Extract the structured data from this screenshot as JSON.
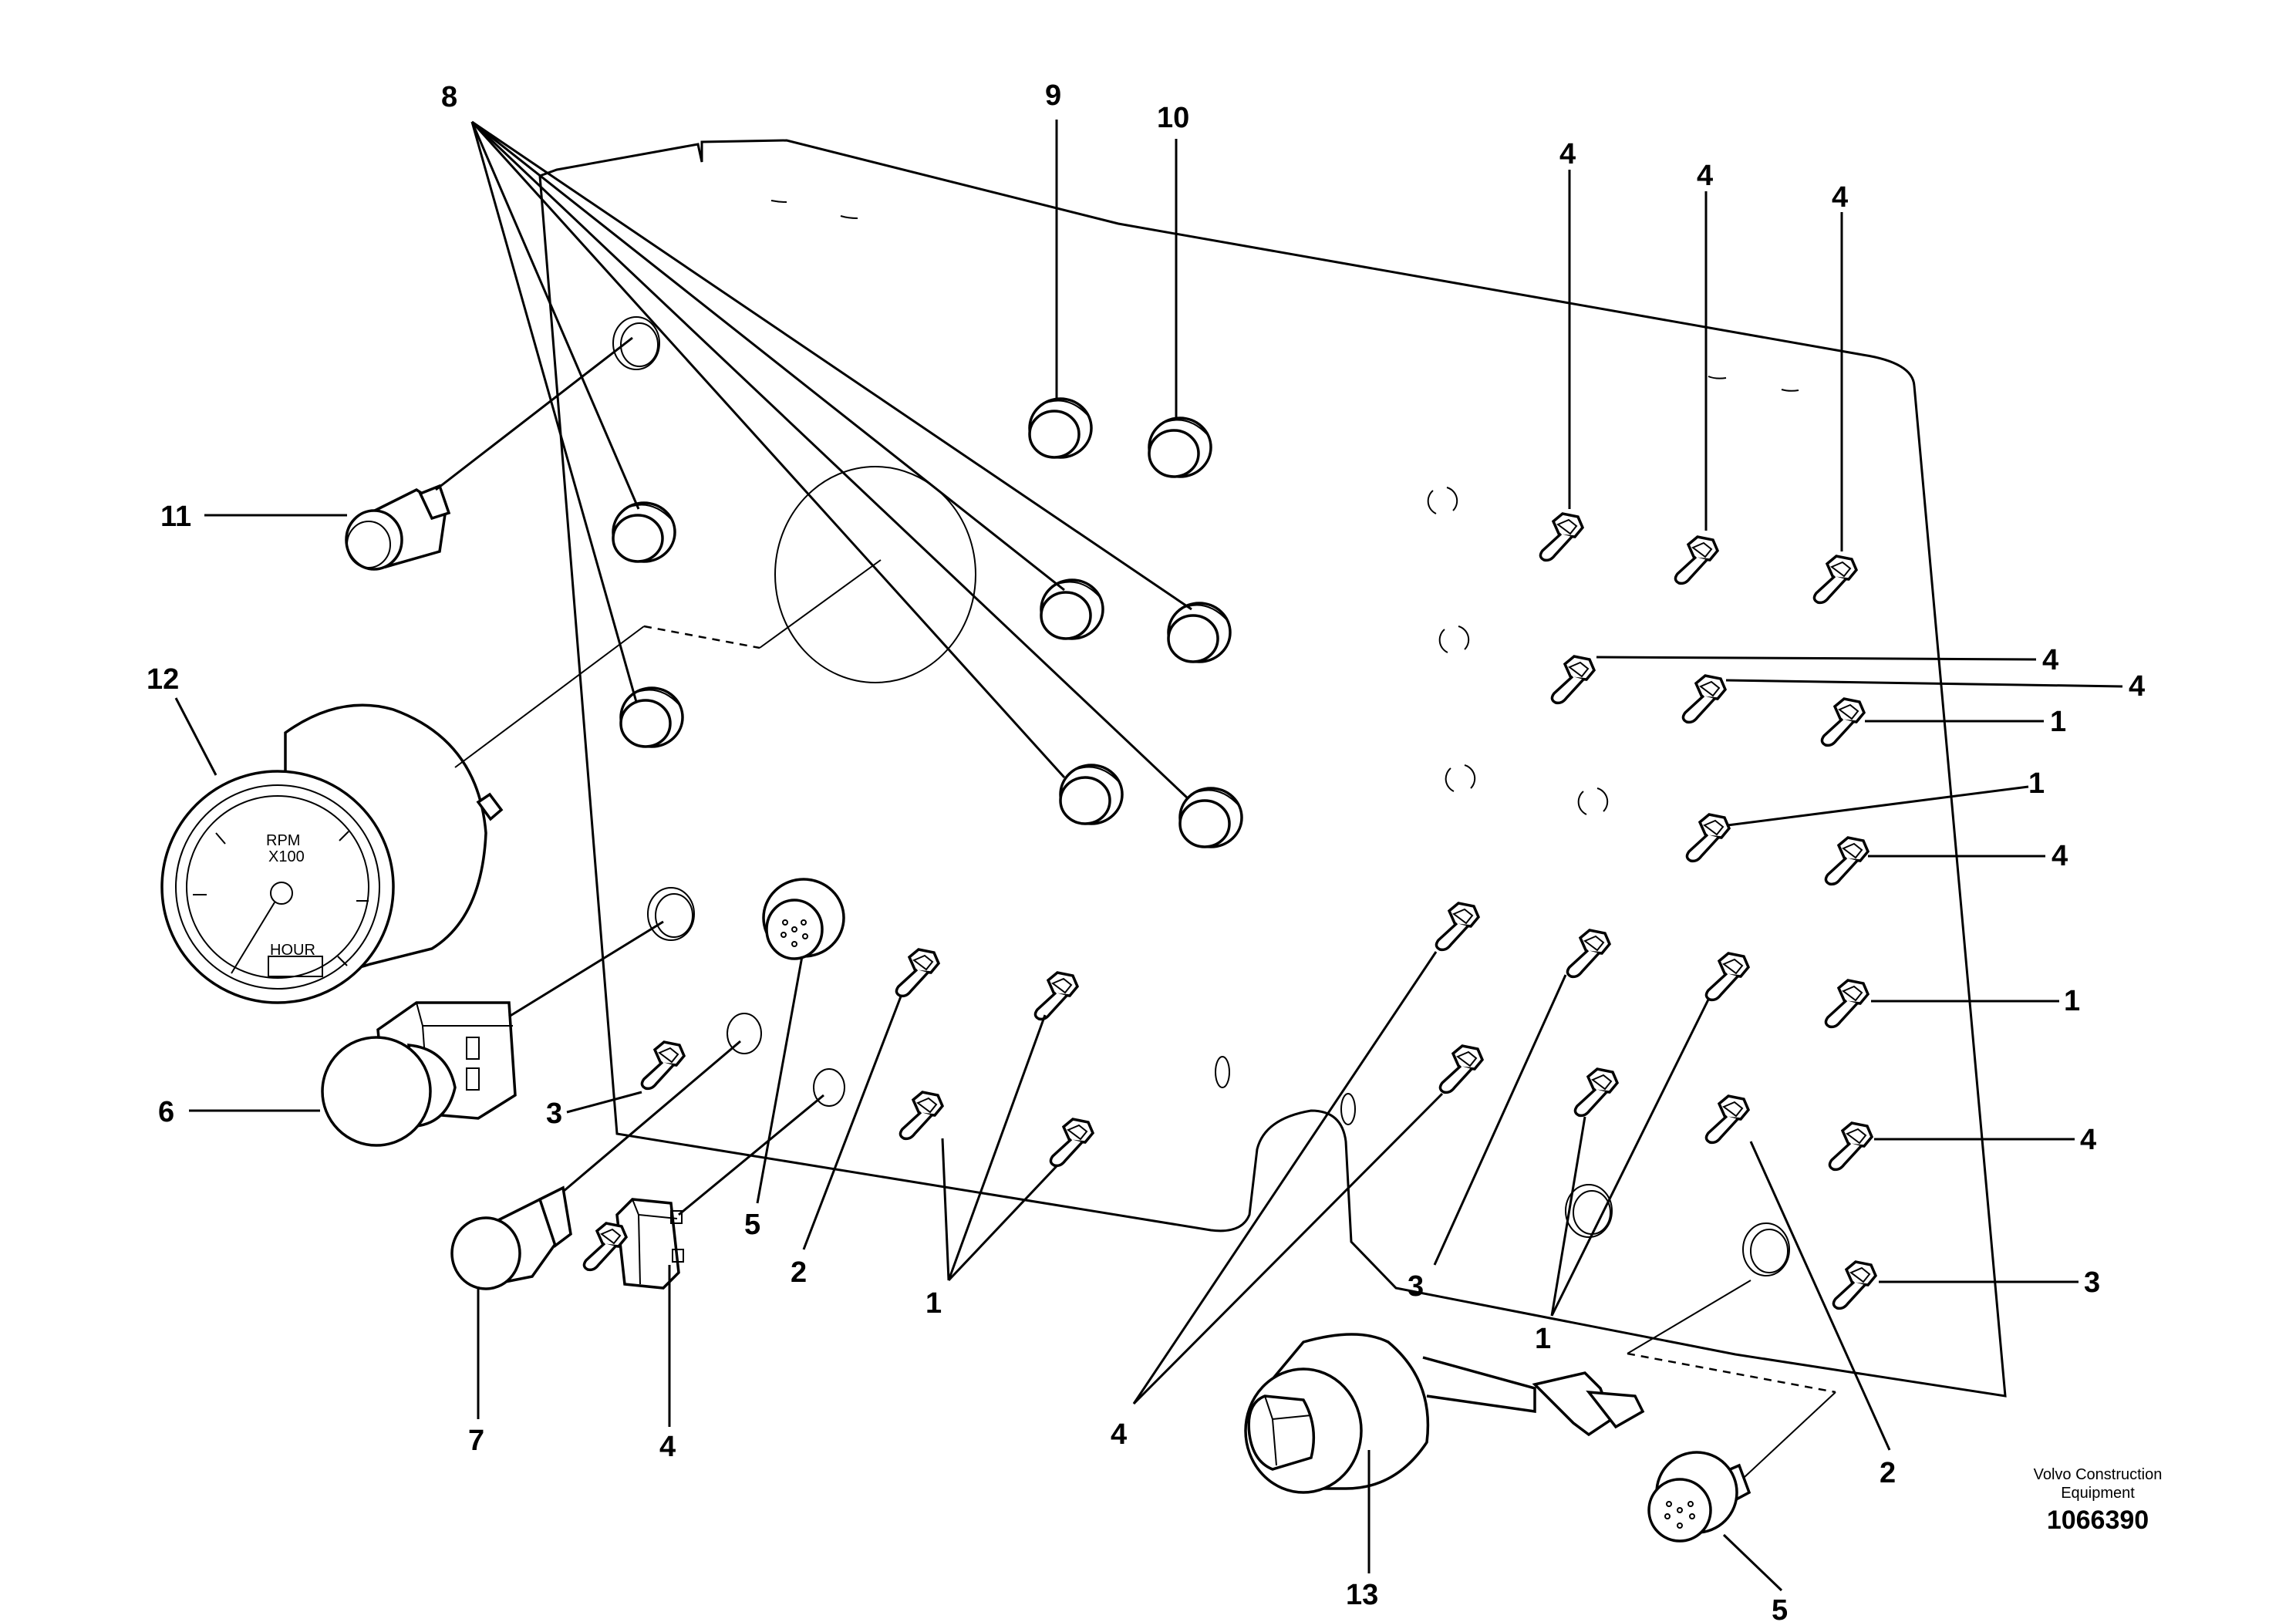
{
  "callouts": {
    "c1": "1",
    "c2": "2",
    "c3": "3",
    "c4": "4",
    "c5": "5",
    "c6": "6",
    "c7": "7",
    "c8": "8",
    "c9": "9",
    "c10": "10",
    "c11": "11",
    "c12": "12",
    "c13": "13"
  },
  "gauge": {
    "rpm": "RPM",
    "scale": "X100",
    "hour": "HOUR"
  },
  "footer": {
    "company_line1": "Volvo Construction",
    "company_line2": "Equipment",
    "doc_number": "1066390"
  }
}
